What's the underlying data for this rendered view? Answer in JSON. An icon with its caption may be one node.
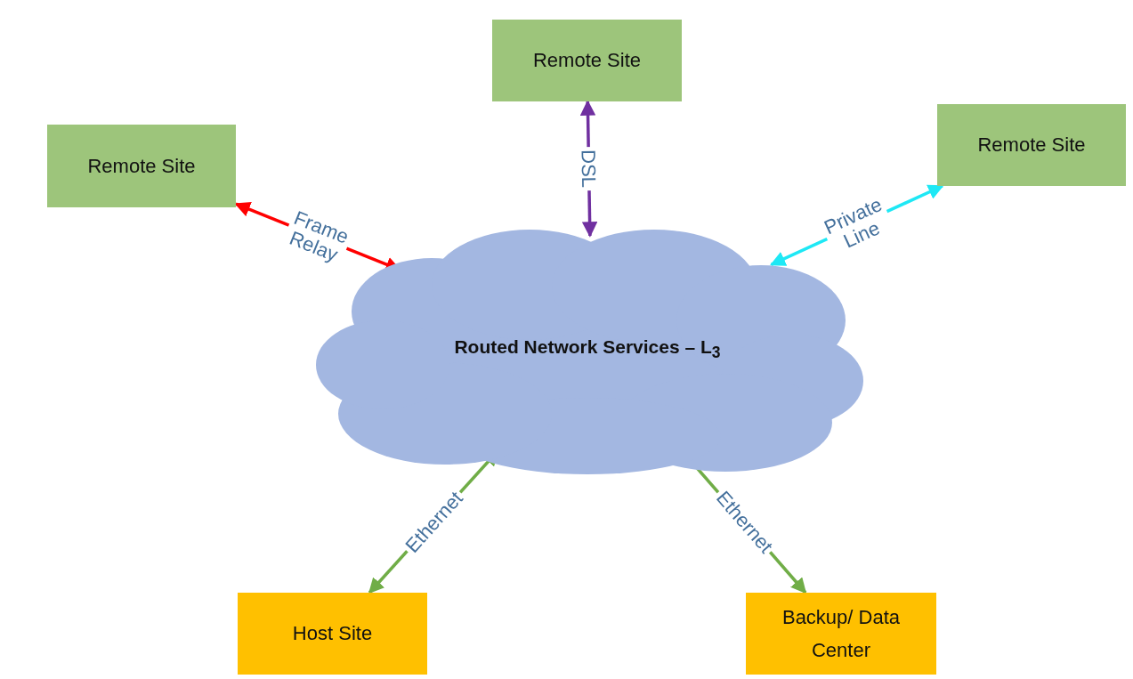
{
  "diagram": {
    "nodes": [
      {
        "text": [
          "Remote Site"
        ]
      },
      {
        "text": [
          "Remote Site"
        ]
      },
      {
        "text": [
          "Remote Site"
        ]
      },
      {
        "text": [
          "Routed Network Services – L$_{3}$"
        ]
      },
      {
        "text": [
          "Host Site"
        ]
      },
      {
        "text": [
          "Backup/ Data Center"
        ]
      }
    ],
    "edges": [
      {
        "from": 3,
        "to": 1,
        "arrow": "both",
        "label": "Frame Relay",
        "color": "#ff0000"
      },
      {
        "from": 3,
        "to": 0,
        "arrow": "both",
        "label": "DSL",
        "color": "#7030a0"
      },
      {
        "from": 3,
        "to": 2,
        "arrow": "both",
        "label": "Private Line",
        "color": "#1ee8f5"
      },
      {
        "from": 3,
        "to": 4,
        "arrow": "both",
        "label": "Ethernet",
        "color": "#70ad47"
      },
      {
        "from": 3,
        "to": 5,
        "arrow": "both",
        "label": "Ethernet",
        "color": "#70ad47"
      }
    ]
  }
}
